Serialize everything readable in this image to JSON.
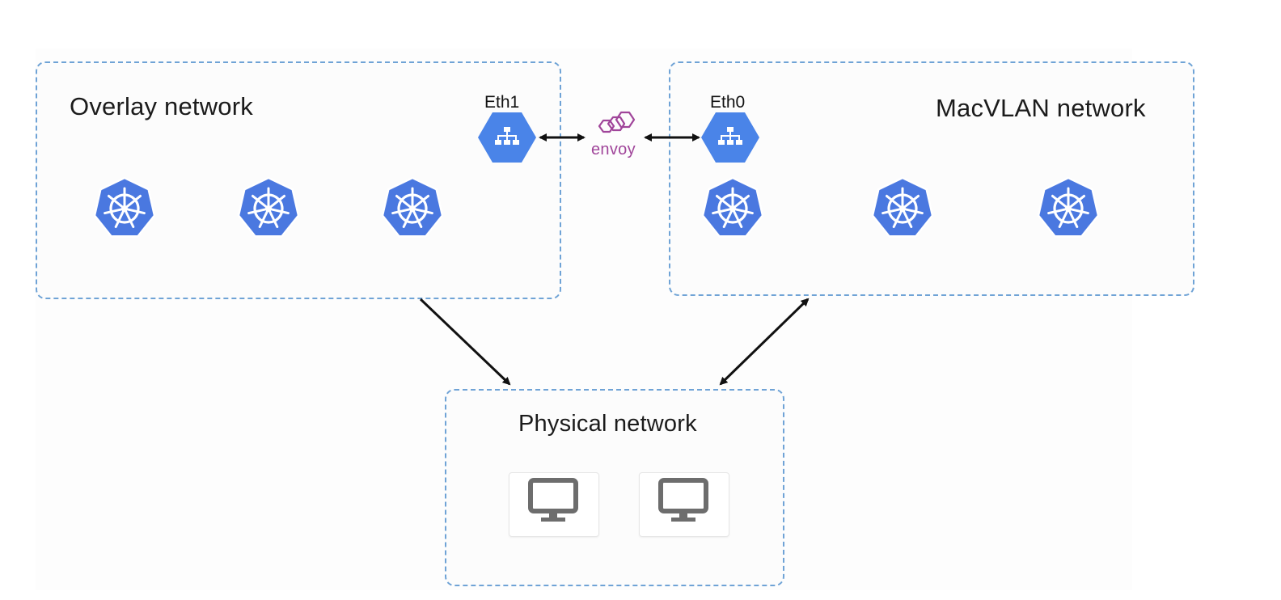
{
  "zones": {
    "overlay": {
      "title": "Overlay network"
    },
    "macvlan": {
      "title": "MacVLAN network"
    },
    "physical": {
      "title": "Physical network"
    }
  },
  "interfaces": {
    "eth1": {
      "label": "Eth1",
      "icon": "network-switch-icon"
    },
    "eth0": {
      "label": "Eth0",
      "icon": "network-switch-icon"
    }
  },
  "proxy": {
    "label": "envoy",
    "icon": "envoy-logo"
  },
  "overlay_nodes": [
    "kubernetes-icon",
    "kubernetes-icon",
    "kubernetes-icon"
  ],
  "macvlan_nodes": [
    "kubernetes-icon",
    "kubernetes-icon",
    "kubernetes-icon"
  ],
  "physical_nodes": [
    "monitor-icon",
    "monitor-icon"
  ],
  "colors": {
    "zone_border": "#6fa3d6",
    "k8s_blue": "#4a78e0",
    "switch_blue": "#4a84e8",
    "envoy_purple": "#a0459a",
    "arrow": "#111111",
    "monitor_gray": "#6d6d6d"
  }
}
